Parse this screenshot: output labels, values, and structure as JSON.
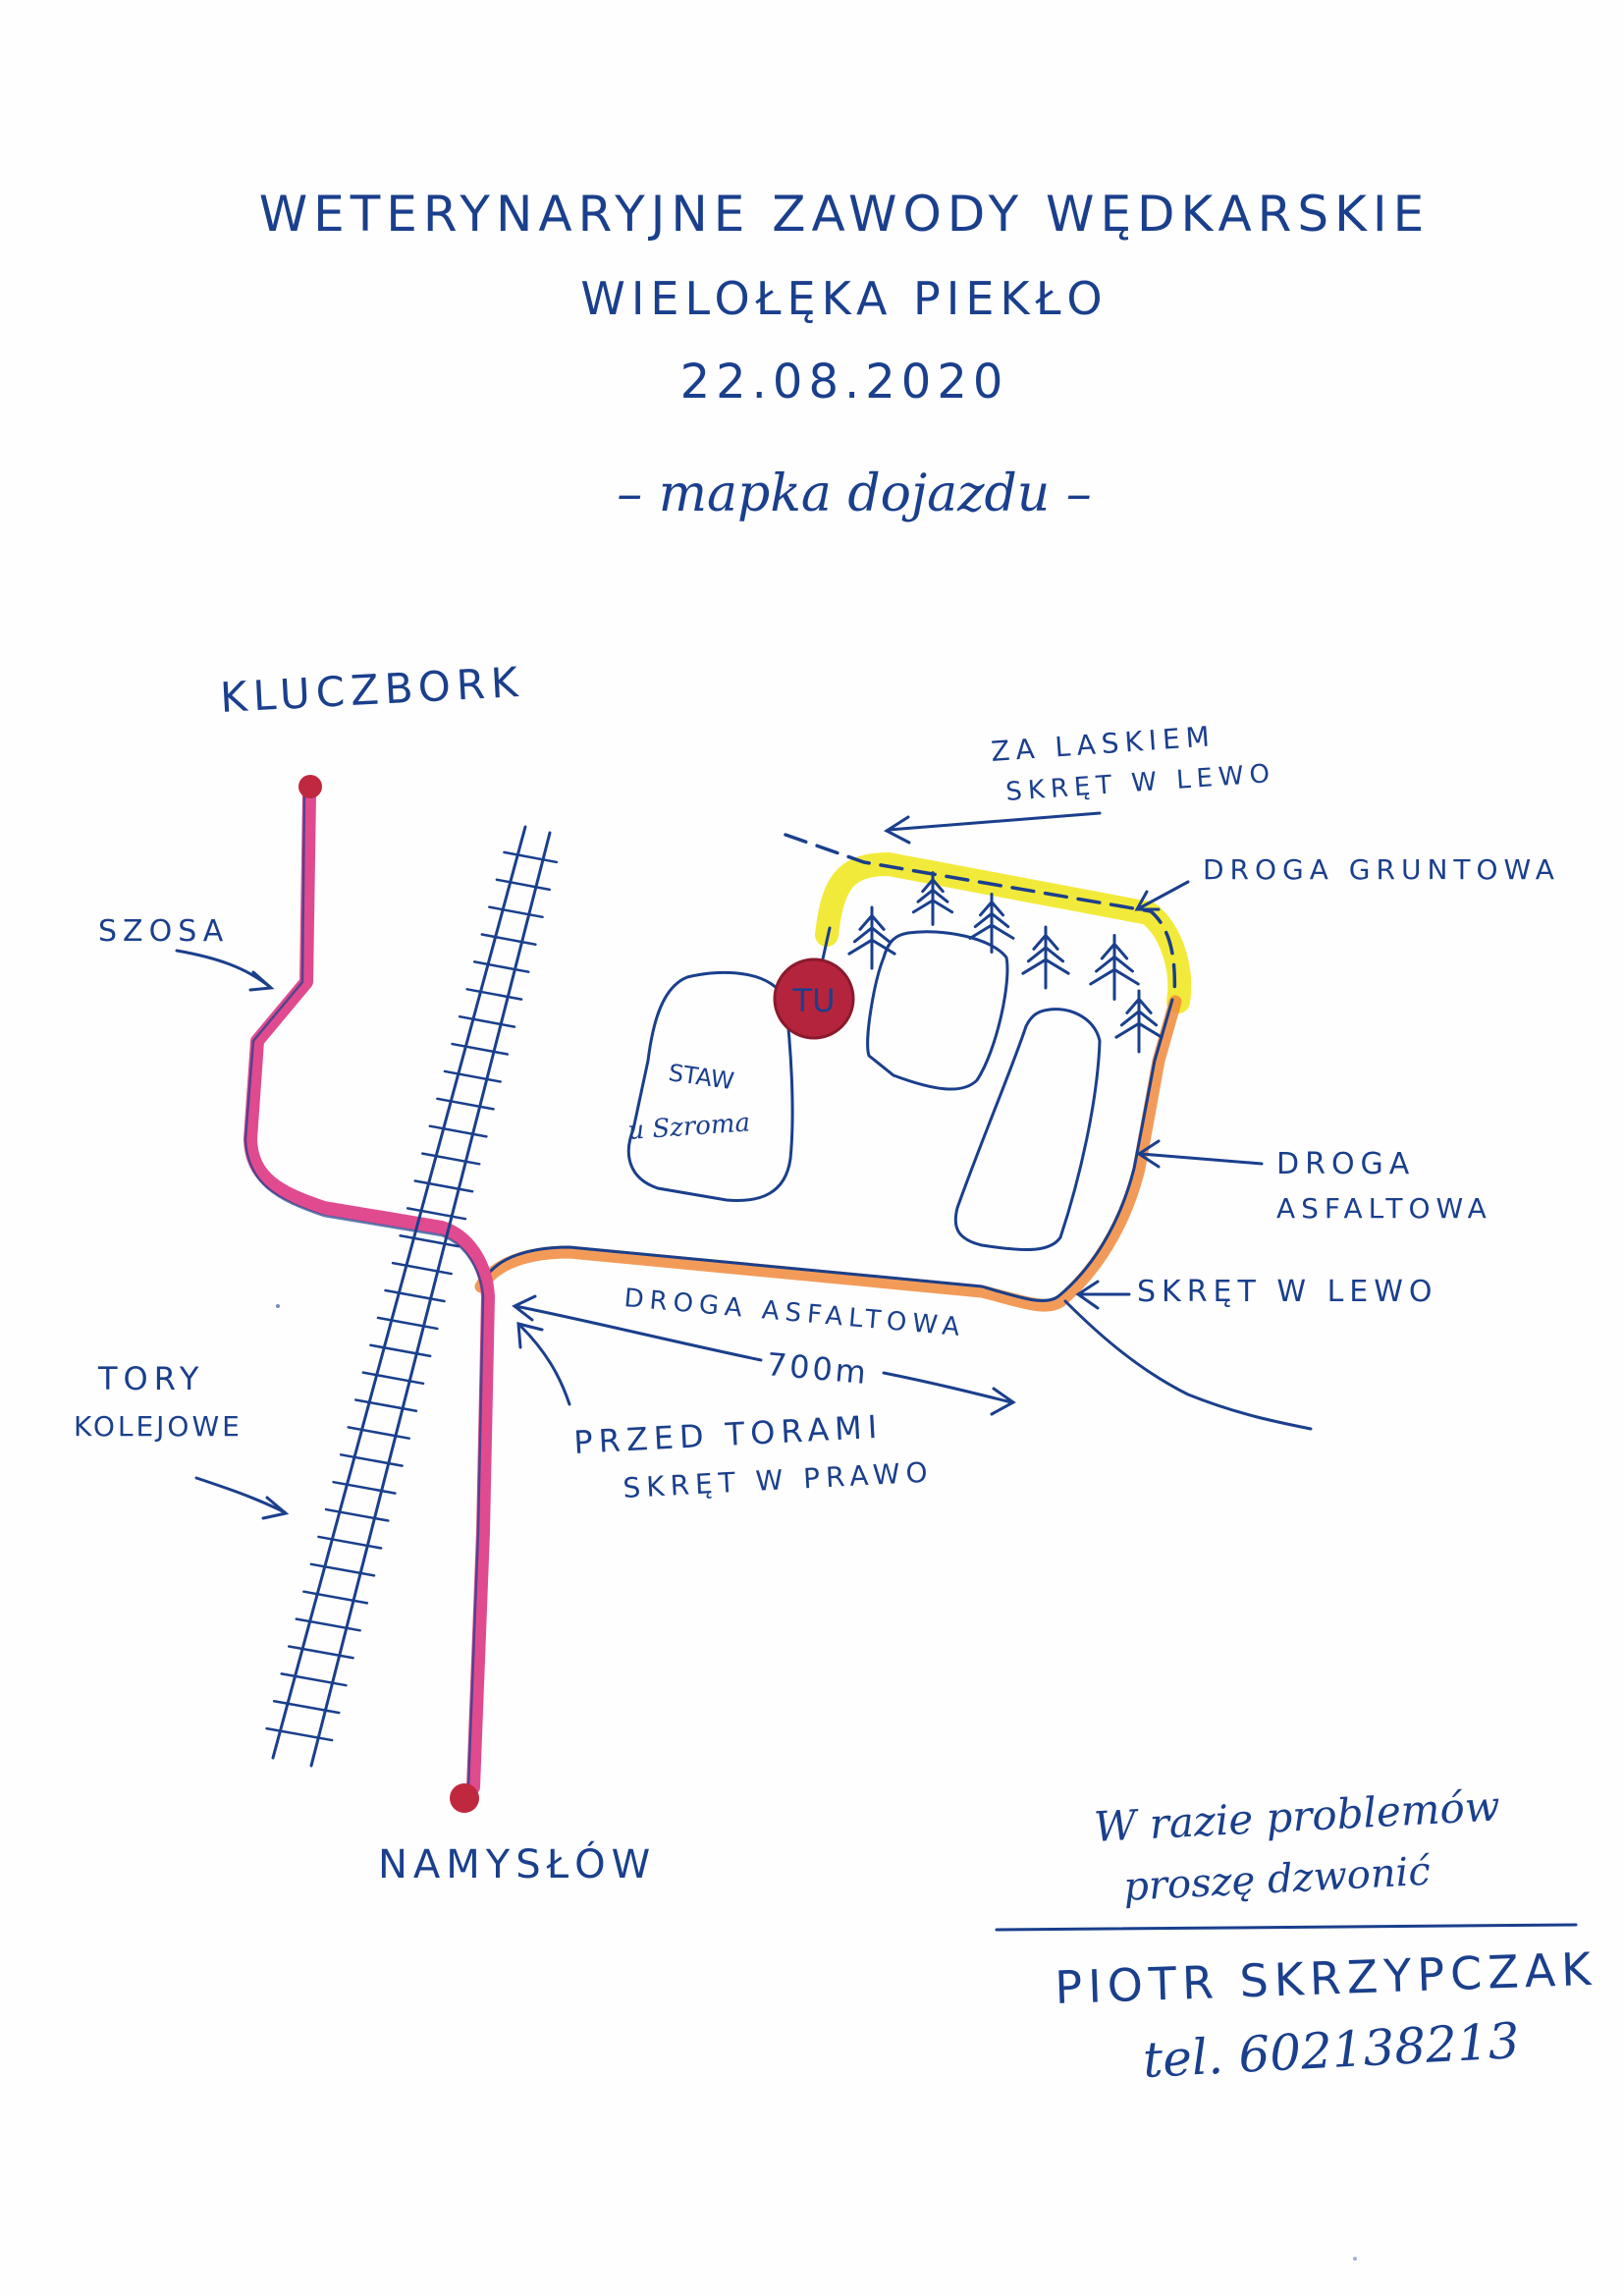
{
  "header": {
    "title_line1": "WETERYNARYJNE ZAWODY WĘDKARSKIE",
    "title_line2": "WIELOŁĘKA PIEKŁO",
    "date": "22.08.2020",
    "subtitle": "– mapka dojazdu –"
  },
  "places": {
    "north": "KLUCZBORK",
    "south": "NAMYSŁÓW",
    "destination": "TU"
  },
  "labels": {
    "szosa": "SZOSA",
    "tory_line1": "TORY",
    "tory_line2": "KOLEJOWE",
    "staw_line1": "STAW",
    "staw_line2": "u Szroma",
    "za_laskiem_line1": "ZA LASKIEM",
    "za_laskiem_line2": "SKRĘT W LEWO",
    "droga_gruntowa": "DROGA GRUNTOWA",
    "droga_asfaltowa_line1": "DROGA",
    "droga_asfaltowa_line2": "ASFALTOWA",
    "skret_w_lewo": "SKRĘT W LEWO",
    "droga_asfaltowa_main": "DROGA ASFALTOWA",
    "distance": "700m",
    "przed_torami_line1": "PRZED TORAMI",
    "przed_torami_line2": "SKRĘT W PRAWO"
  },
  "contact": {
    "note_line1": "W razie problemów",
    "note_line2": "proszę dzwonić",
    "name": "PIOTR SKRZYPCZAK",
    "phone": "tel. 602138213"
  },
  "colors": {
    "ink": "#1a3f8c",
    "main_road": "#e04b8f",
    "asphalt_road": "#f08a3c",
    "dirt_road": "#f2ea3a",
    "destination_marker": "#b5243d",
    "endpoint_marker": "#c0283f"
  },
  "icons": [
    "tree-icon",
    "railway-track",
    "arrow-icon",
    "map-pin-icon"
  ]
}
